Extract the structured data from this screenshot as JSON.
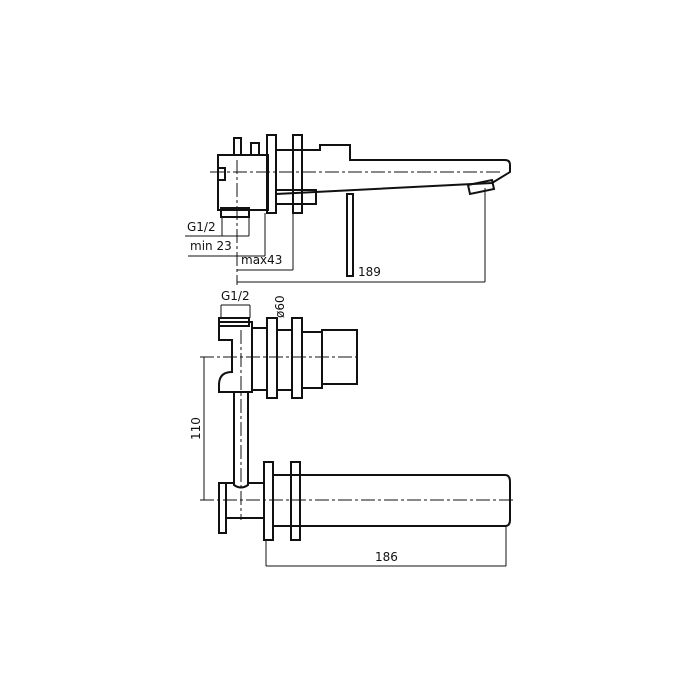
{
  "drawing": {
    "type": "technical-dimension-drawing",
    "subject": "wall-mounted faucet",
    "views": [
      {
        "name": "side-view",
        "dimensions": {
          "thread": "G1/2",
          "min_depth": "min 23",
          "max_depth": "max43",
          "spout_length": "189"
        }
      },
      {
        "name": "front-view",
        "dimensions": {
          "thread": "G1/2",
          "diameter": "ø60",
          "height": "110",
          "spout_length": "186"
        }
      }
    ],
    "stroke_color": "#111111",
    "background": "#ffffff"
  }
}
